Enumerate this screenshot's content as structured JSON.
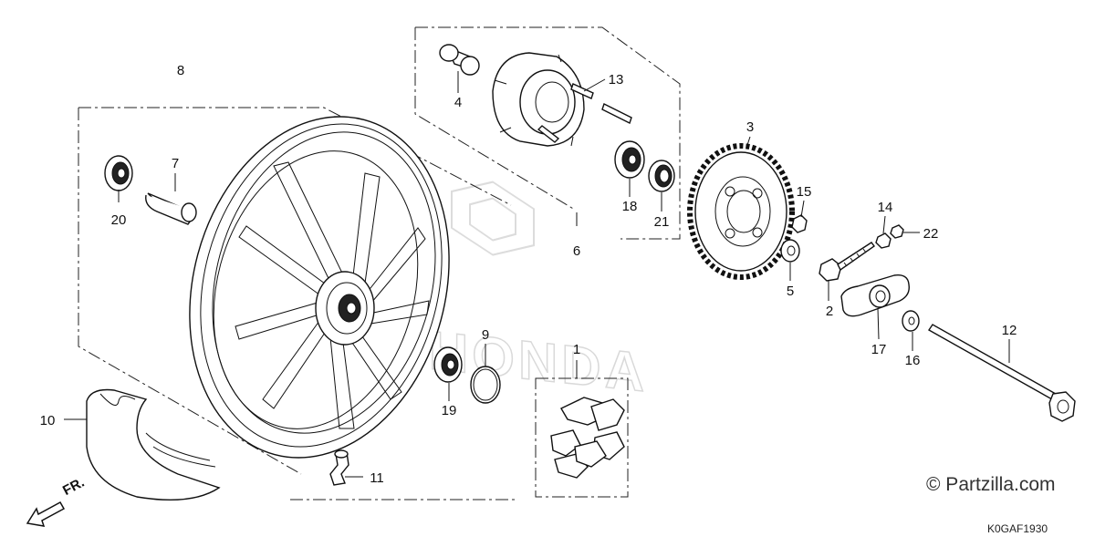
{
  "parts": [
    {
      "label": "1"
    },
    {
      "label": "2"
    },
    {
      "label": "3"
    },
    {
      "label": "4"
    },
    {
      "label": "5"
    },
    {
      "label": "6"
    },
    {
      "label": "7"
    },
    {
      "label": "8"
    },
    {
      "label": "9"
    },
    {
      "label": "10"
    },
    {
      "label": "11"
    },
    {
      "label": "12"
    },
    {
      "label": "13"
    },
    {
      "label": "14"
    },
    {
      "label": "15"
    },
    {
      "label": "16"
    },
    {
      "label": "17"
    },
    {
      "label": "18"
    },
    {
      "label": "19"
    },
    {
      "label": "20"
    },
    {
      "label": "21"
    },
    {
      "label": "22"
    }
  ],
  "watermark": "HONDA",
  "direction_label": "FR.",
  "credit": "© Partzilla.com",
  "diagram_code": "K0GAF1930"
}
